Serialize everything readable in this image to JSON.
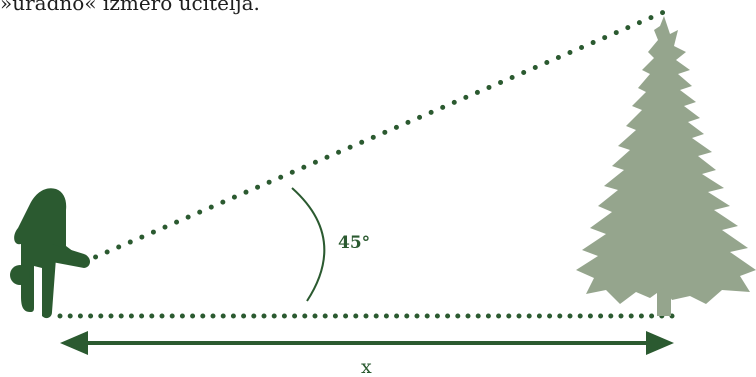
{
  "caption": "»uradno« izmero učitelja.",
  "angle_label": "45°",
  "distance_label": "x",
  "colors": {
    "dark_green": "#2b5a30",
    "tree_green": "#95a58d",
    "text": "#1f1f1f"
  },
  "icons": {
    "observer": "person-icon",
    "tree": "spruce-tree-icon"
  }
}
